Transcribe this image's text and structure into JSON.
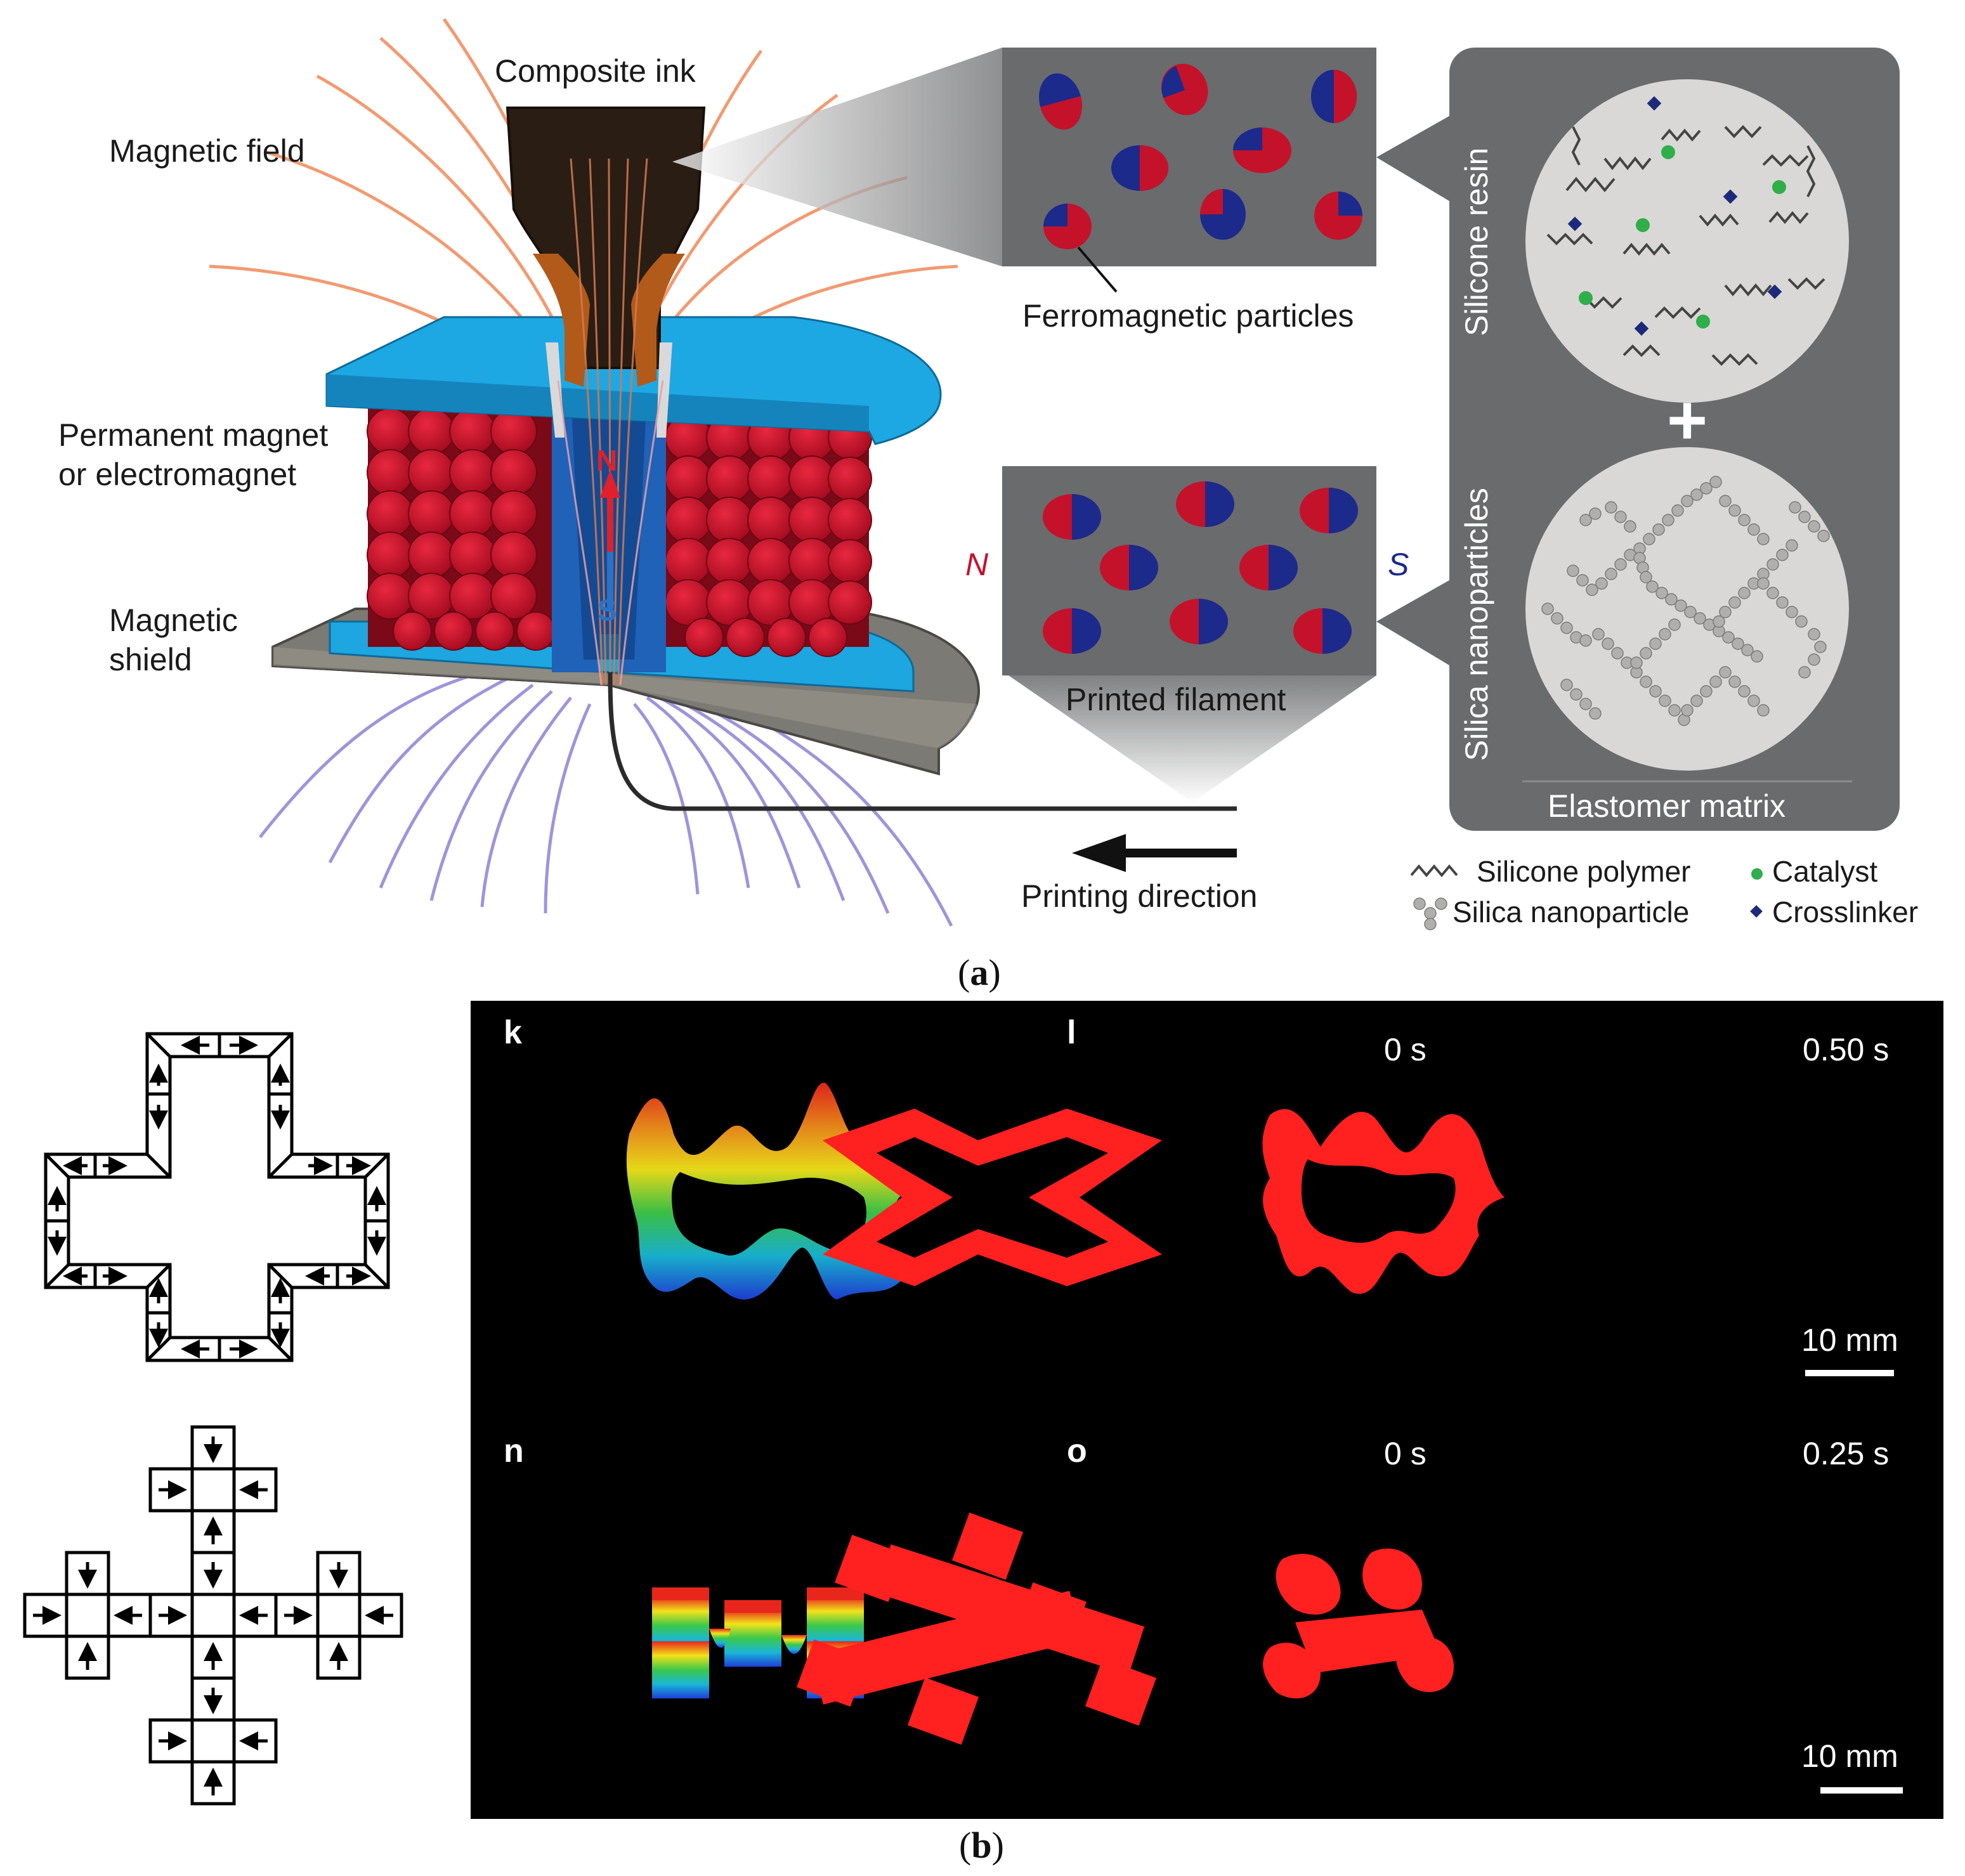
{
  "panel_a": {
    "caption_letter": "a",
    "labels": {
      "composite_ink": "Composite ink",
      "magnetic_field": "Magnetic field",
      "permanent_magnet_line1": "Permanent magnet",
      "permanent_magnet_line2": "or electromagnet",
      "magnetic_shield_line1": "Magnetic",
      "magnetic_shield_line2": "shield",
      "ferromagnetic_particles": "Ferromagnetic particles",
      "printed_filament": "Printed filament",
      "printing_direction": "Printing direction",
      "pole_n": "N",
      "pole_s": "S",
      "nozzle_n": "N",
      "nozzle_s": "S",
      "silicone_resin": "Silicone resin",
      "silica_nanoparticles": "Silica nanoparticles",
      "elastomer_matrix": "Elastomer matrix",
      "plus": "+"
    },
    "legend": {
      "silicone_polymer": "Silicone polymer",
      "catalyst": "Catalyst",
      "silica_nanoparticle": "Silica nanoparticle",
      "crosslinker": "Crosslinker"
    },
    "colors": {
      "magnet_red": "#c8102e",
      "shield_blue": "#1ba3dd",
      "particle_blue": "#1c2a8c",
      "panel_gray": "#5f6062",
      "catalyst_green": "#2fae4a",
      "crosslinker_navy": "#1d2a7a",
      "field_orange": "#f08a5d",
      "field_purple": "#9a8fd6"
    }
  },
  "panel_b": {
    "caption_letter": "b",
    "photo_letters": {
      "k": "k",
      "l": "l",
      "n": "n",
      "o": "o"
    },
    "times": {
      "l_start": "0 s",
      "l_end": "0.50 s",
      "o_start": "0 s",
      "o_end": "0.25 s"
    },
    "scale_bars": {
      "top": "10 mm",
      "bottom": "10 mm"
    },
    "colors": {
      "photo_bg": "#000000",
      "printed_red": "#ff1f1f"
    }
  }
}
